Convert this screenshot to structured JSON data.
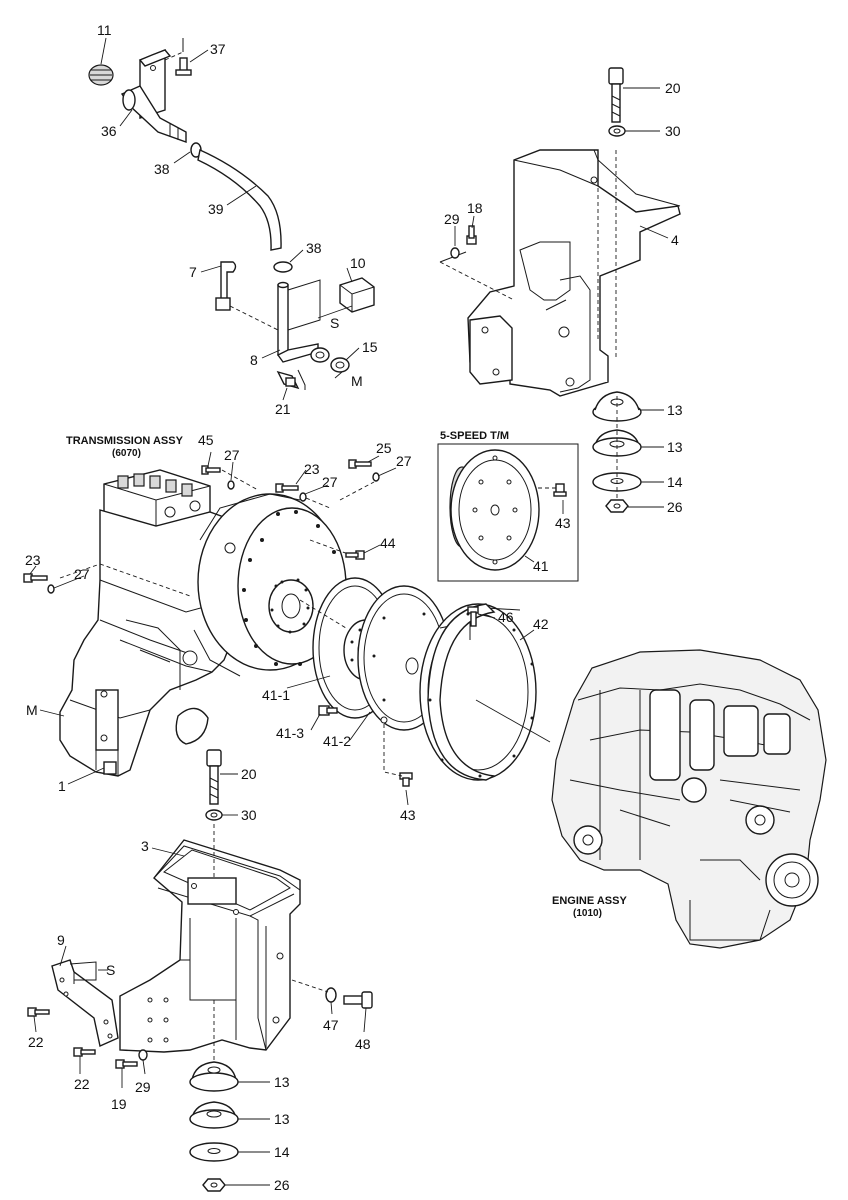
{
  "labels": {
    "p11": "11",
    "p37": "37",
    "p36": "36",
    "p38a": "38",
    "p39": "39",
    "p38b": "38",
    "p7": "7",
    "p10": "10",
    "p8": "8",
    "p15": "15",
    "pM_top": "M",
    "pS_top": "S",
    "p21": "21",
    "p20a": "20",
    "p30a": "30",
    "p29a": "29",
    "p18": "18",
    "p4": "4",
    "p13a": "13",
    "p13b": "13",
    "p14a": "14",
    "p26a": "26",
    "p45": "45",
    "p27a": "27",
    "p23a": "23",
    "p25": "25",
    "p27b": "27",
    "p27c": "27",
    "p44": "44",
    "p23b": "23",
    "p27d": "27",
    "p43a": "43",
    "p41": "41",
    "p46": "46",
    "p42": "42",
    "p41_1": "41-1",
    "p41_3": "41-3",
    "p41_2": "41-2",
    "p43b": "43",
    "pM_left": "M",
    "p1": "1",
    "p20b": "20",
    "p30b": "30",
    "p3": "3",
    "p9": "9",
    "pS_bot": "S",
    "p22a": "22",
    "p22b": "22",
    "p19": "19",
    "p29b": "29",
    "p47": "47",
    "p48": "48",
    "p13c": "13",
    "p13d": "13",
    "p14b": "14",
    "p26b": "26"
  },
  "captions": {
    "transmission_title": "TRANSMISSION ASSY",
    "transmission_code": "(6070)",
    "speed_box_title": "5-SPEED T/M",
    "engine_title": "ENGINE ASSY",
    "engine_code": "(1010)"
  }
}
